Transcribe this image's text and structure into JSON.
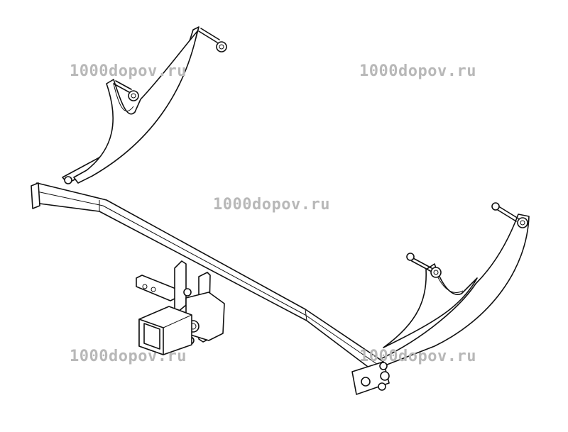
{
  "watermarks": [
    "1000dopov.ru",
    "1000dopov.ru",
    "1000dopov.ru",
    "1000dopov.ru",
    "1000dopov.ru"
  ],
  "colors": {
    "line": "#111111",
    "watermark": "#b8b8b8",
    "background": "#ffffff"
  }
}
